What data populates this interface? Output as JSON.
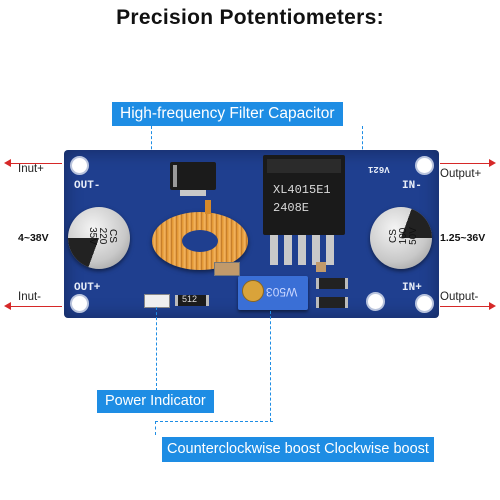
{
  "title": "Precision Potentiometers:",
  "labels": {
    "filter_capacitor": "High-frequency Filter Capacitor",
    "power_indicator": "Power Indicator",
    "boost": "Counterclockwise boost Clockwise boost"
  },
  "left": {
    "input_plus": "Inut+",
    "input_minus": "Inut-",
    "voltage": "4~38V"
  },
  "right": {
    "output_plus": "Output+",
    "output_minus": "Output-",
    "voltage": "1.25~36V"
  },
  "board": {
    "out_minus": "OUT-",
    "out_plus": "OUT+",
    "in_minus": "IN-",
    "in_plus": "IN+",
    "version": "V621",
    "chip_line1": "XL4015E1",
    "chip_line2": "2408E",
    "cap_left": [
      "CS",
      "220",
      "35V"
    ],
    "cap_right": [
      "CS",
      "100",
      "50V"
    ],
    "pot": "W503",
    "resistor": "512"
  },
  "colors": {
    "accent": "#1e8de4",
    "arrow": "#d62828",
    "pcb": "#1f3f8f"
  }
}
